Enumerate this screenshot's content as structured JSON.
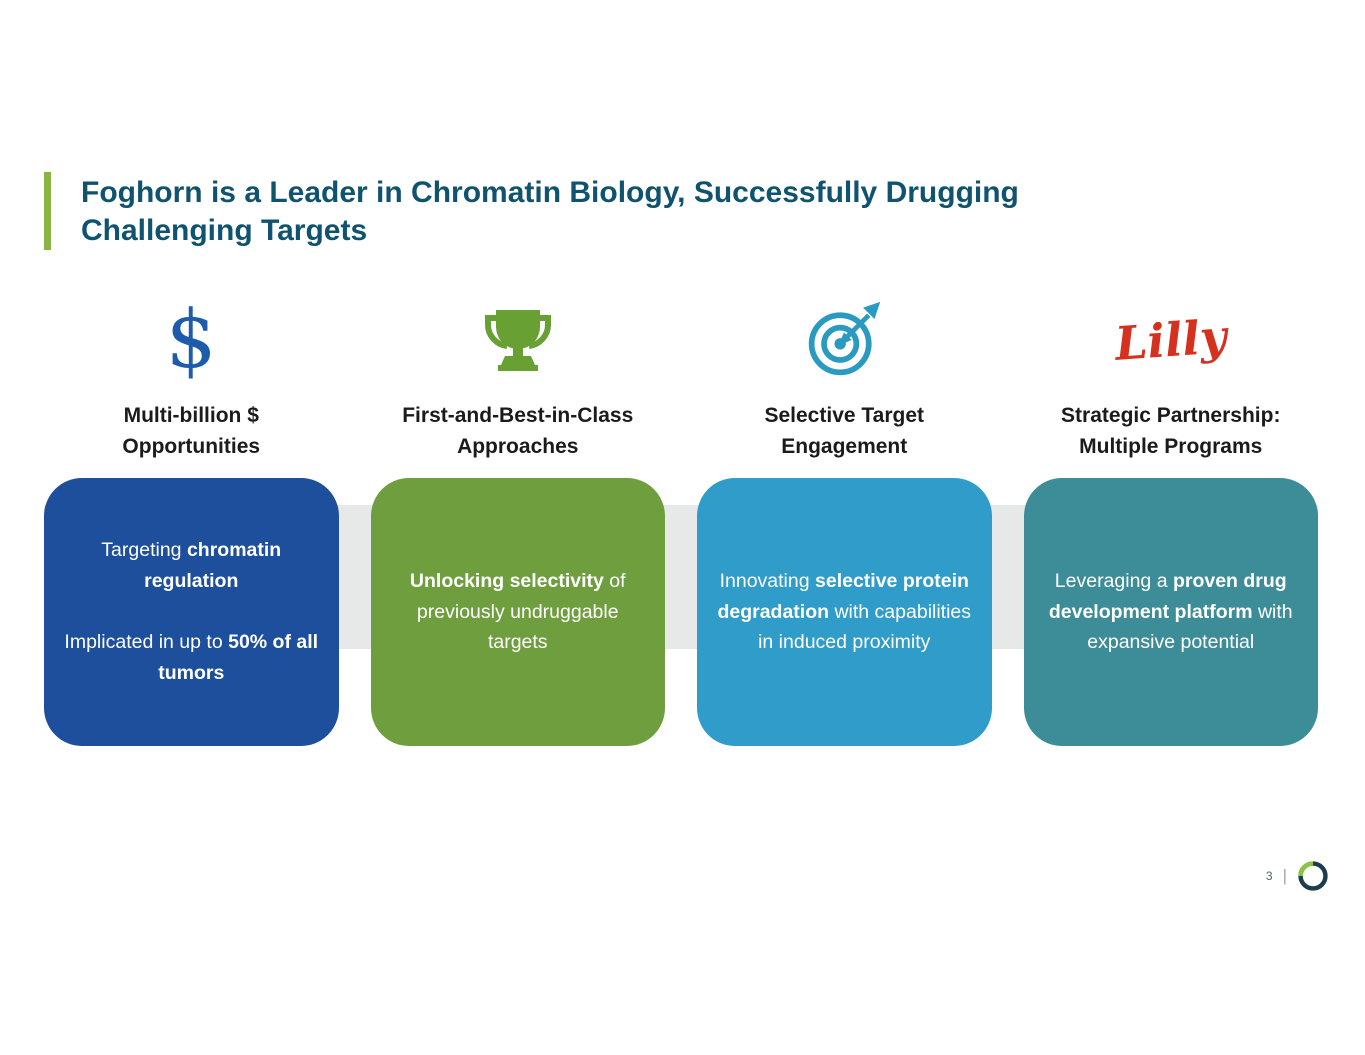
{
  "slide": {
    "title_lines": [
      "Foghorn is a Leader in Chromatin Biology, Successfully Drugging",
      "Challenging Targets"
    ],
    "page_number": "3",
    "footer_divider": "|"
  },
  "colors": {
    "title_text": "#0f536f",
    "accent_bar": "#8ab543",
    "band_bg": "#e7e8e8",
    "dollar_blue": "#1d5cab",
    "trophy_green": "#68a033",
    "target_blue": "#2b9ac1",
    "lilly_red": "#d6301f",
    "logo_dark": "#1d3c4c",
    "logo_green": "#8bc53f",
    "card1_bg": "#1e4f9c",
    "card2_bg": "#6f9e3e",
    "card3_bg": "#2f9cc9",
    "card4_bg": "#3d8d99"
  },
  "icons": {
    "dollar": "$",
    "lilly_text": "Lilly"
  },
  "columns": [
    {
      "icon": "dollar-icon",
      "heading_lines": [
        "Multi-billion $",
        "Opportunities"
      ],
      "card_color": "#1e4f9c",
      "paragraphs": [
        [
          {
            "text": "Targeting ",
            "bold": false
          },
          {
            "text": "chromatin regulation",
            "bold": true
          }
        ],
        [
          {
            "text": "Implicated in up to ",
            "bold": false
          },
          {
            "text": "50% of all tumors",
            "bold": true
          }
        ]
      ]
    },
    {
      "icon": "trophy-icon",
      "heading_lines": [
        "First-and-Best-in-Class",
        "Approaches"
      ],
      "card_color": "#6f9e3e",
      "paragraphs": [
        [
          {
            "text": "Unlocking selectivity",
            "bold": true
          },
          {
            "text": " of previously undruggable targets",
            "bold": false
          }
        ]
      ]
    },
    {
      "icon": "target-icon",
      "heading_lines": [
        "Selective Target",
        "Engagement"
      ],
      "card_color": "#2f9cc9",
      "paragraphs": [
        [
          {
            "text": "Innovating ",
            "bold": false
          },
          {
            "text": "selective protein degradation",
            "bold": true
          },
          {
            "text": " with capabilities in induced proximity",
            "bold": false
          }
        ]
      ]
    },
    {
      "icon": "lilly-logo",
      "heading_lines": [
        "Strategic Partnership:",
        "Multiple Programs"
      ],
      "card_color": "#3d8d99",
      "paragraphs": [
        [
          {
            "text": "Leveraging a ",
            "bold": false
          },
          {
            "text": "proven drug development platform",
            "bold": true
          },
          {
            "text": " with expansive potential",
            "bold": false
          }
        ]
      ]
    }
  ]
}
